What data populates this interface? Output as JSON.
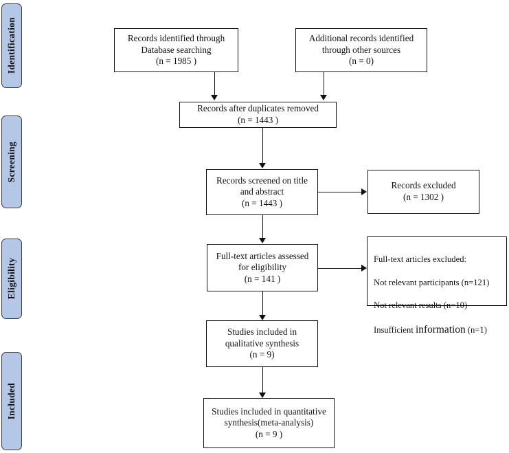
{
  "diagram": {
    "type": "prisma-flow-diagram",
    "title": "PRISMA study selection flow diagram",
    "accent_color": "#b4c7e7",
    "border_color": "#111111"
  },
  "stages": [
    {
      "label": "Identification"
    },
    {
      "label": "Screening"
    },
    {
      "label": "Eligibility"
    },
    {
      "label": "Included"
    }
  ],
  "nodes": {
    "records_identified": {
      "text": "Records identified through\nDatabase searching\n(n = 1985 )",
      "n": 1985
    },
    "additional_records": {
      "text": "Additional records identified\nthrough other sources\n(n = 0)",
      "n": 0
    },
    "duplicates_removed": {
      "text": "Records after duplicates removed\n(n = 1443 )",
      "n": 1443
    },
    "records_screened": {
      "text": "Records screened on title\nand abstract\n(n = 1443 )",
      "n": 1443
    },
    "records_excluded": {
      "text": "Records excluded\n(n = 1302 )",
      "n": 1302
    },
    "fulltext_assessed": {
      "text": "Full-text articles assessed\nfor eligibility\n(n = 141 )",
      "n": 141
    },
    "fulltext_excluded": {
      "heading": "Full-text articles excluded:",
      "reasons": [
        {
          "label": "Not relevant participants (n=121)",
          "n": 121
        },
        {
          "label": "Not relevant results (n=10)",
          "n": 10
        },
        {
          "label": "Insufficient information (n=1)",
          "n": 1
        }
      ]
    },
    "qualitative_synthesis": {
      "text": "Studies included in\nqualitative synthesis\n(n = 9)",
      "n": 9
    },
    "quantitative_synthesis": {
      "text": "Studies included in quantitative\nsynthesis(meta-analysis)\n(n = 9 )",
      "n": 9
    }
  }
}
